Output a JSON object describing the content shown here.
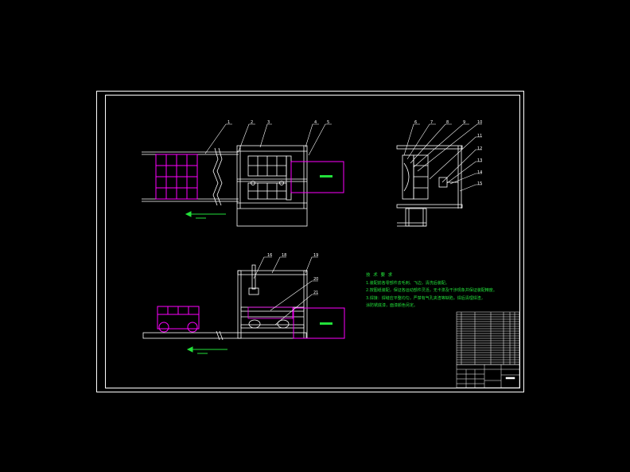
{
  "colors": {
    "background": "#000000",
    "frame": "#ffffff",
    "magenta": "#ff00ff",
    "green": "#22e03a",
    "cyan": "#40e0ff"
  },
  "notes": {
    "title": "技 术 要 求",
    "lines": [
      "1.装配前各零部件去毛刺、飞边，清洗后装配。",
      "2.按图纸装配，保证各运动部件灵活，无卡滞及干涉现象并保证装配精度。",
      "3.焊接：焊缝应平整均匀，严禁有气孔夹渣等缺陷，焊后清理焊渣，",
      "涂防锈底漆，面漆颜色另定。"
    ]
  },
  "part_numbers_top_left": [
    "1",
    "2",
    "3",
    "4",
    "5"
  ],
  "part_numbers_top_right": [
    "6",
    "7",
    "8",
    "9",
    "10",
    "11",
    "12",
    "13",
    "14",
    "15"
  ],
  "part_numbers_front": [
    "16",
    "18",
    "19",
    "20",
    "21"
  ]
}
